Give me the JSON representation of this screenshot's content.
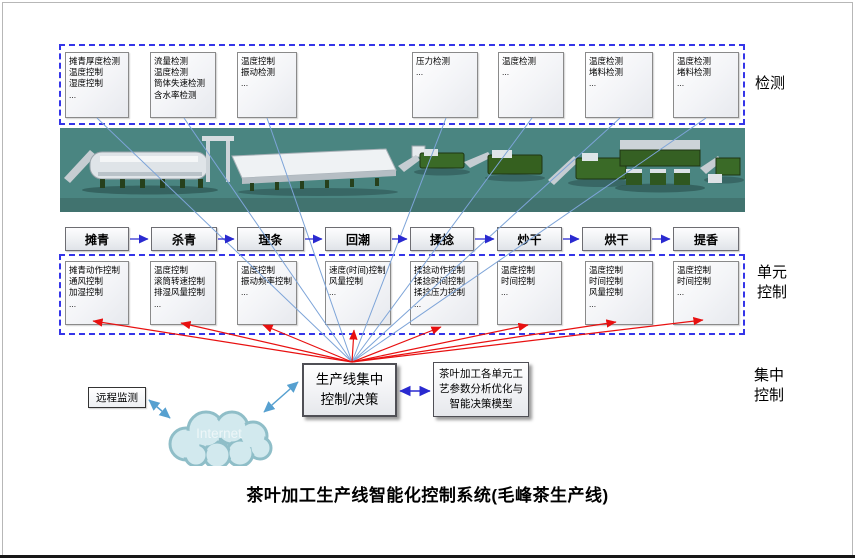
{
  "title": "茶叶加工生产线智能化控制系统(毛峰茶生产线)",
  "side_labels": {
    "detection": "检测",
    "unit_line1": "单元",
    "unit_line2": "控制",
    "central_line1": "集中",
    "central_line2": "控制"
  },
  "process_steps": [
    {
      "label": "摊青"
    },
    {
      "label": "杀青"
    },
    {
      "label": "理条"
    },
    {
      "label": "回潮"
    },
    {
      "label": "揉捻"
    },
    {
      "label": "炒干"
    },
    {
      "label": "烘干"
    },
    {
      "label": "提香"
    }
  ],
  "detection_boxes": [
    {
      "lines": [
        "摊青厚度检测",
        "温度控制",
        "湿度控制",
        "..."
      ]
    },
    {
      "lines": [
        "流量检测",
        "温度检测",
        "筒体失速检测",
        "含水率检测"
      ]
    },
    {
      "lines": [
        "温度控制",
        "振动检测",
        "..."
      ]
    },
    {
      "lines": [
        "压力检测",
        "..."
      ]
    },
    {
      "lines": [
        "温度检测",
        "..."
      ]
    },
    {
      "lines": [
        "温度检测",
        "堵料检测",
        "..."
      ]
    },
    {
      "lines": [
        "温度检测",
        "堵料检测",
        "..."
      ]
    }
  ],
  "control_boxes": [
    {
      "lines": [
        "摊青动作控制",
        "通风控制",
        "加湿控制",
        "..."
      ]
    },
    {
      "lines": [
        "温度控制",
        "滚筒转速控制",
        "排湿风量控制",
        "..."
      ]
    },
    {
      "lines": [
        "温度控制",
        "振动频率控制",
        "..."
      ]
    },
    {
      "lines": [
        "速度(时间)控制",
        "风量控制",
        "..."
      ]
    },
    {
      "lines": [
        "揉捻动作控制",
        "揉捻时间控制",
        "揉捻压力控制",
        "..."
      ]
    },
    {
      "lines": [
        "温度控制",
        "时间控制",
        "..."
      ]
    },
    {
      "lines": [
        "温度控制",
        "时间控制",
        "风量控制",
        "..."
      ]
    },
    {
      "lines": [
        "温度控制",
        "时间控制",
        "..."
      ]
    }
  ],
  "bottom": {
    "remote_monitor": "远程监测",
    "internet_label": "Internet",
    "central_box_line1": "生产线集中",
    "central_box_line2": "控制/决策",
    "model_box_line1": "茶叶加工各单元工",
    "model_box_line2": "艺参数分析优化与",
    "model_box_line3": "智能决策模型"
  },
  "colors": {
    "dashed_border": "#3535e8",
    "callout_line": "#7da4d8",
    "command_arrow": "#e81010",
    "flow_arrow": "#2a2ad0",
    "band_background": "#4a8581",
    "cloud_fill": "#d2e9ee",
    "cloud_border": "#8fbec8"
  }
}
